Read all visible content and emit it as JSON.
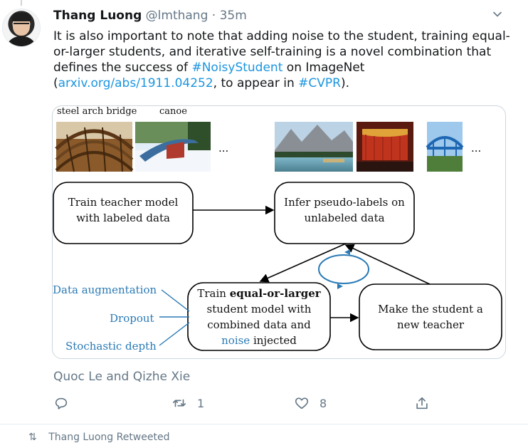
{
  "tweet": {
    "author_name": "Thang Luong",
    "author_handle": "@lmthang",
    "separator": "·",
    "time_ago": "35m",
    "text_part1": "It is also important to note that adding noise to the student, training equal-or-larger students, and iterative self-training is a novel combination that defines the success of ",
    "hashtag1": "#NoisyStudent",
    "text_part2": " on ImageNet (",
    "link_arxiv": "arxiv.org/abs/1911.04252",
    "text_part3": ", to appear in ",
    "hashtag2": "#CVPR",
    "text_part4": ").",
    "media_credit": "Quoc Le and Qizhe Xie",
    "reply_count": "",
    "retweet_count": "1",
    "like_count": "8"
  },
  "diagram": {
    "label_steel_arch_bridge": "steel arch bridge",
    "label_canoe": "canoe",
    "ellipsis_left": "...",
    "ellipsis_right": "...",
    "box_teacher": "Train teacher model with labeled data",
    "box_infer": "Infer pseudo-labels on unlabeled data",
    "box_student_prefix": "Train ",
    "box_student_bold": "equal-or-larger",
    "box_student_mid": " student model with combined data and ",
    "box_student_noise": "noise",
    "box_student_suffix": " injected",
    "box_make_teacher": "Make the student a new teacher",
    "noise_data_augmentation": "Data augmentation",
    "noise_dropout": "Dropout",
    "noise_stochastic_depth": "Stochastic depth"
  },
  "next_item": {
    "label": "Thang Luong Retweeted"
  },
  "colors": {
    "link": "#1b95e0",
    "noise_blue": "#2a7ab5",
    "muted": "#657786"
  }
}
